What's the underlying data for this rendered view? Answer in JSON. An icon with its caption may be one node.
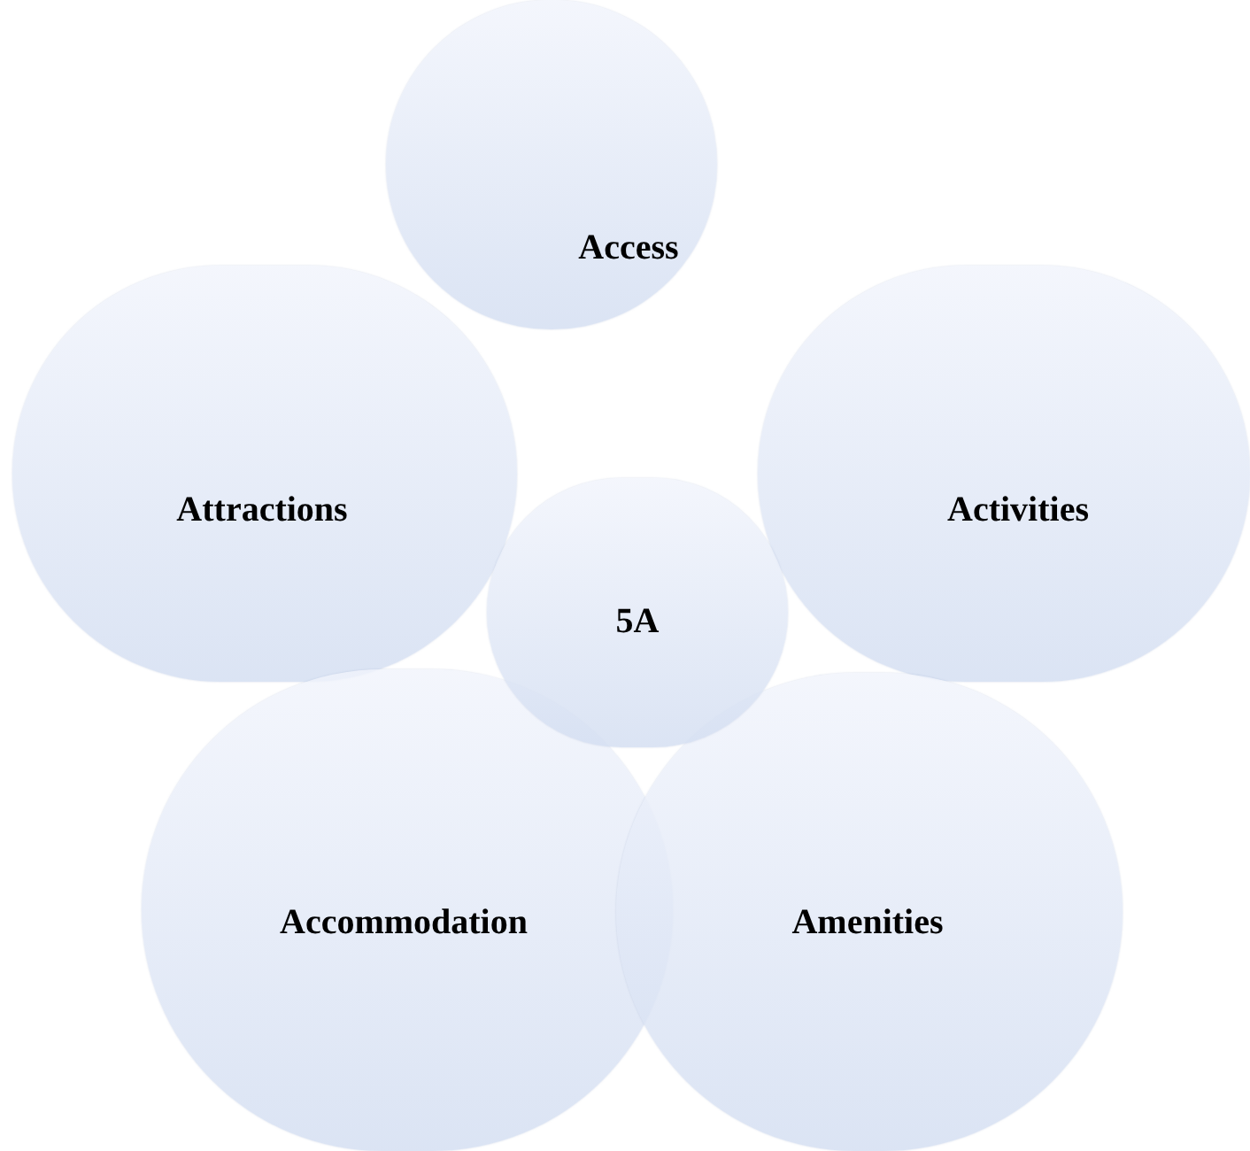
{
  "diagram": {
    "nodes": [
      {
        "text": [
          "Access"
        ]
      },
      {
        "text": [
          "Attractions"
        ]
      },
      {
        "text": [
          "Activities"
        ]
      },
      {
        "text": [
          "5A"
        ]
      },
      {
        "text": [
          "Accommodation"
        ]
      },
      {
        "text": [
          "Amenities"
        ]
      }
    ]
  }
}
